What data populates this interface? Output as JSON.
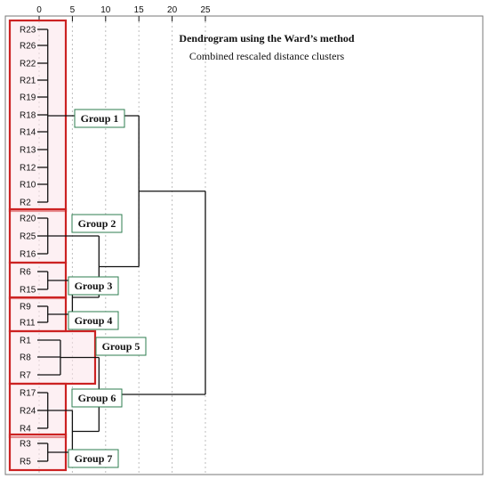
{
  "title": "Dendrogram using the Ward’s method",
  "subtitle": "Combined rescaled distance clusters",
  "axis": {
    "ticks": [
      0,
      5,
      10,
      15,
      20,
      25
    ],
    "tick_labels": [
      "0",
      "5",
      "10",
      "15",
      "20",
      "25"
    ]
  },
  "leaves": [
    "R23",
    "R26",
    "R22",
    "R21",
    "R19",
    "R18",
    "R14",
    "R13",
    "R12",
    "R10",
    "R2",
    "R20",
    "R25",
    "R16",
    "R6",
    "R15",
    "R9",
    "R11",
    "R1",
    "R8",
    "R7",
    "R17",
    "R24",
    "R4",
    "R3",
    "R5"
  ],
  "groups": [
    {
      "label": "Group 1",
      "leaves": [
        "R23",
        "R26",
        "R22",
        "R21",
        "R19",
        "R18",
        "R14",
        "R13",
        "R12",
        "R10",
        "R2"
      ]
    },
    {
      "label": "Group 2",
      "leaves": [
        "R20",
        "R25",
        "R16"
      ]
    },
    {
      "label": "Group 3",
      "leaves": [
        "R6",
        "R15"
      ]
    },
    {
      "label": "Group 4",
      "leaves": [
        "R9",
        "R11"
      ]
    },
    {
      "label": "Group 5",
      "leaves": [
        "R1",
        "R8",
        "R7"
      ]
    },
    {
      "label": "Group 6",
      "leaves": [
        "R17",
        "R24",
        "R4"
      ]
    },
    {
      "label": "Group 7",
      "leaves": [
        "R3",
        "R5"
      ]
    }
  ],
  "merges": [
    {
      "members": "Group 1 internal",
      "distance": 1.3
    },
    {
      "members": "Group 2 internal",
      "distance": 1.3
    },
    {
      "members": "Group 3 internal",
      "distance": 1.3
    },
    {
      "members": "Group 4 internal",
      "distance": 1.3
    },
    {
      "members": "Group 6 internal",
      "distance": 1.3
    },
    {
      "members": "Group 7 internal",
      "distance": 1.3
    },
    {
      "members": "Group 5 internal",
      "distance": 3.2
    },
    {
      "members": "Group 3 + Group 4",
      "distance": 5.0
    },
    {
      "members": "Group 6 + Group 7",
      "distance": 5.0
    },
    {
      "members": "Group 2 + (Group 3, Group 4)",
      "distance": 9.0
    },
    {
      "members": "Group 5 + (Group 6, Group 7)",
      "distance": 9.0
    },
    {
      "members": "Group 1 + (Group 2, Group 3, Group 4)",
      "distance": 15.0
    },
    {
      "members": "all",
      "distance": 25.0
    }
  ],
  "colors": {
    "box_border": "#cc2222",
    "box_fill": "#fbe4ea",
    "line": "#111111",
    "group_label_border": "#2e7d4f",
    "guide": "#bdbdbd",
    "plot_border": "#777777"
  }
}
